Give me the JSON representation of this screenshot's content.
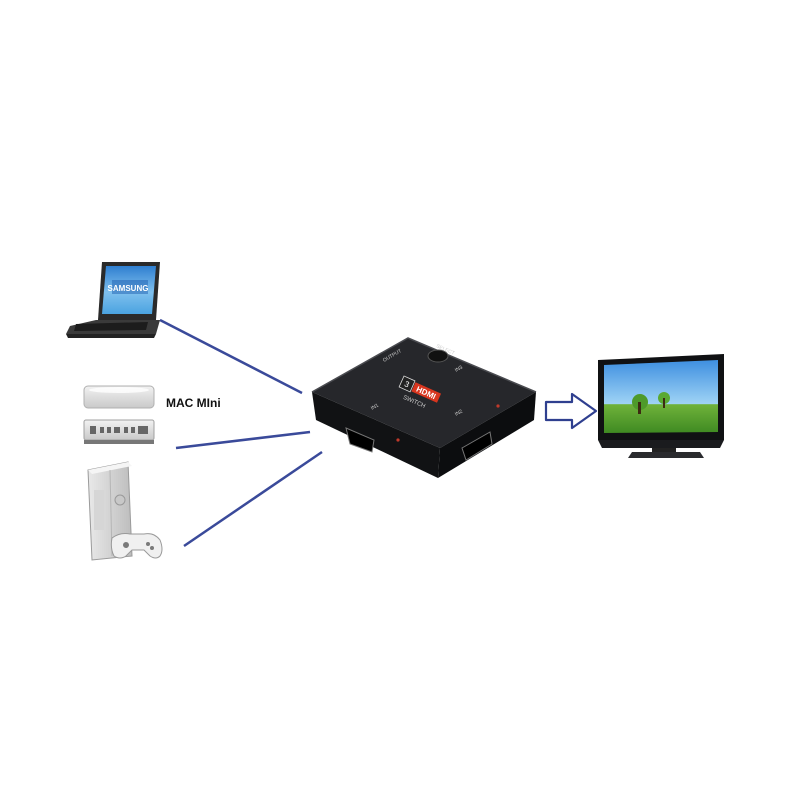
{
  "diagram": {
    "laptop_brand": "SAMSUNG",
    "mac_label": "MAC MIni",
    "switch": {
      "badge_number": "3",
      "badge_text": "HDMI",
      "name": "SWITCH",
      "select_label": "SELECT",
      "output_label": "OUTPUT",
      "port_labels": [
        "IN1",
        "IN2",
        "IN3"
      ]
    },
    "colors": {
      "connector_line": "#3a4a9a",
      "arrow": "#2f3f8f",
      "switch_body": "#1b1c1f",
      "hdmi_red": "#d8351e"
    },
    "icons": [
      "laptop-icon",
      "mac-mini-icon",
      "xbox-console-icon",
      "game-controller-icon",
      "hdmi-switch-icon",
      "tv-icon",
      "arrow-right-icon"
    ]
  }
}
